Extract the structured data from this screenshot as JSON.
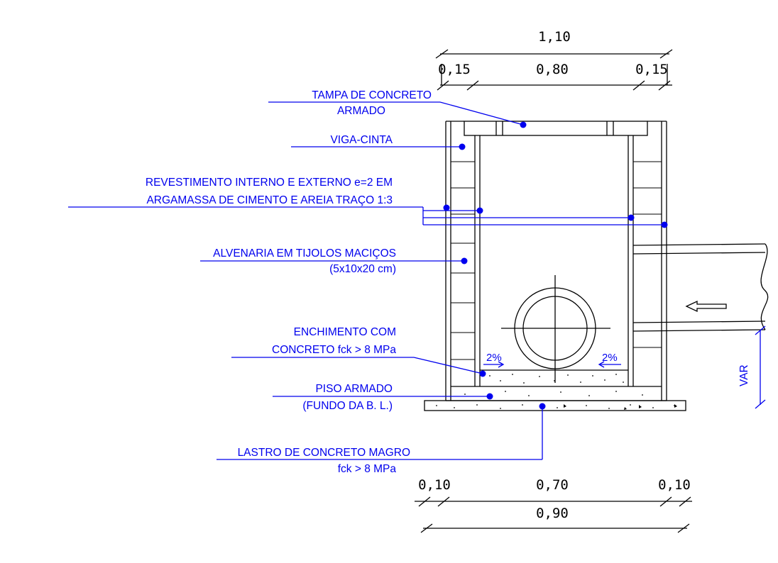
{
  "dimensions_top": {
    "overall": "1,10",
    "left": "0,15",
    "center": "0,80",
    "right": "0,15"
  },
  "dimensions_bottom": {
    "left": "0,10",
    "center": "0,70",
    "right": "0,10",
    "overall": "0,90"
  },
  "labels": {
    "tampa_line1": "TAMPA DE CONCRETO",
    "tampa_line2": "ARMADO",
    "viga": "VIGA-CINTA",
    "revest_line1": "REVESTIMENTO INTERNO E EXTERNO e=2 EM",
    "revest_line2": "ARGAMASSA DE CIMENTO E AREIA TRAÇO 1:3",
    "alvenaria_line1": "ALVENARIA EM TIJOLOS MACIÇOS",
    "alvenaria_line2": "(5x10x20 cm)",
    "enchimento_line1": "ENCHIMENTO COM",
    "enchimento_line2": "CONCRETO fck > 8 MPa",
    "piso_line1": "PISO ARMADO",
    "piso_line2": "(FUNDO DA B. L.)",
    "lastro_line1": "LASTRO DE CONCRETO  MAGRO",
    "lastro_line2": "fck > 8 MPa",
    "slope_left": "2%",
    "slope_right": "2%",
    "var": "VAR"
  },
  "colors": {
    "annotation": "#0000ee",
    "drawing": "#000000"
  }
}
